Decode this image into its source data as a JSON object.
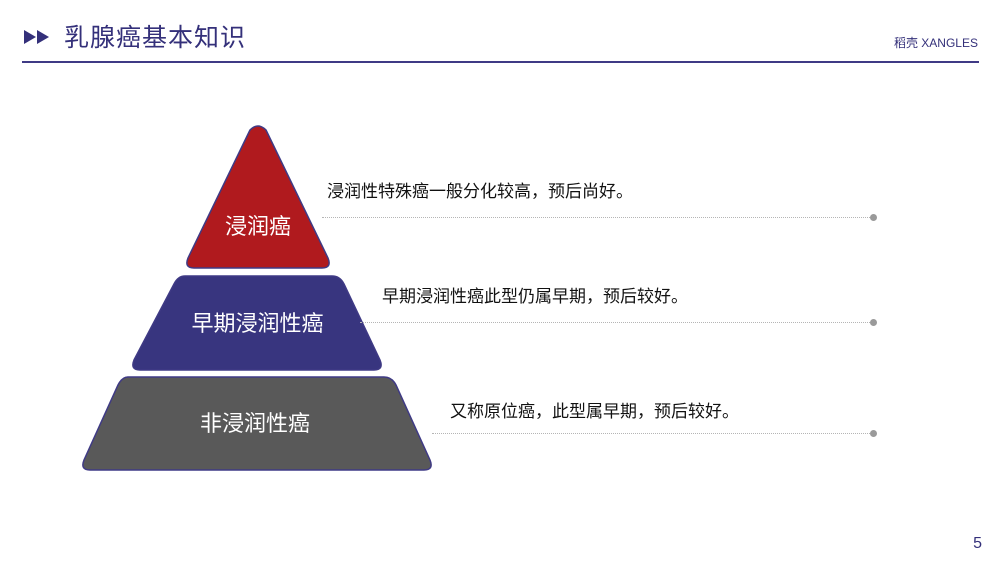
{
  "header": {
    "icon": "fast-forward-icon",
    "title": "乳腺癌基本知识",
    "brand": "稻壳 XANGLES"
  },
  "colors": {
    "accent": "#34307a",
    "tier_top": "#b01a1e",
    "tier_middle": "#38357f",
    "tier_bottom": "#595959",
    "connector": "#b5b5b5",
    "connector_dot": "#9a9a9a"
  },
  "pyramid": {
    "tiers": [
      {
        "label": "浸润癌",
        "description": "浸润性特殊癌一般分化较高，预后尚好。"
      },
      {
        "label": "早期浸润性癌",
        "description": "早期浸润性癌此型仍属早期，预后较好。"
      },
      {
        "label": "非浸润性癌",
        "description": "又称原位癌，此型属早期，预后较好。"
      }
    ]
  },
  "footer": {
    "page_number": "5"
  }
}
